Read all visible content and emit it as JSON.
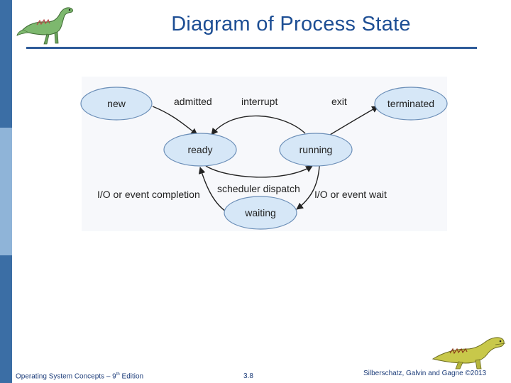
{
  "slide": {
    "title": "Diagram of Process State",
    "footer_left_prefix": "Operating System Concepts – 9",
    "footer_left_sup": "th",
    "footer_left_suffix": " Edition",
    "footer_center": "3.8",
    "footer_right": "Silberschatz, Galvin and Gagne ©2013"
  },
  "diagram": {
    "states": {
      "new": "new",
      "ready": "ready",
      "running": "running",
      "terminated": "terminated",
      "waiting": "waiting"
    },
    "transitions": {
      "admitted": "admitted",
      "interrupt": "interrupt",
      "exit": "exit",
      "scheduler_dispatch": "scheduler dispatch",
      "io_completion": "I/O or event completion",
      "io_wait": "I/O or event wait"
    }
  },
  "colors": {
    "accent": "#3b6ea5",
    "title": "#1d4e94",
    "node_fill": "#d6e7f7",
    "node_stroke": "#6c8fb8"
  }
}
